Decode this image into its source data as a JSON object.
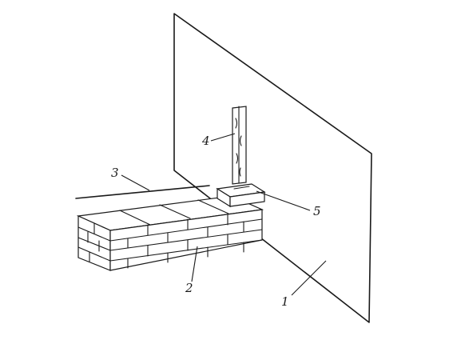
{
  "callouts": {
    "wall_panel": "1",
    "brick_wall": "2",
    "guide_line": "3",
    "pole": "4",
    "block": "5"
  }
}
